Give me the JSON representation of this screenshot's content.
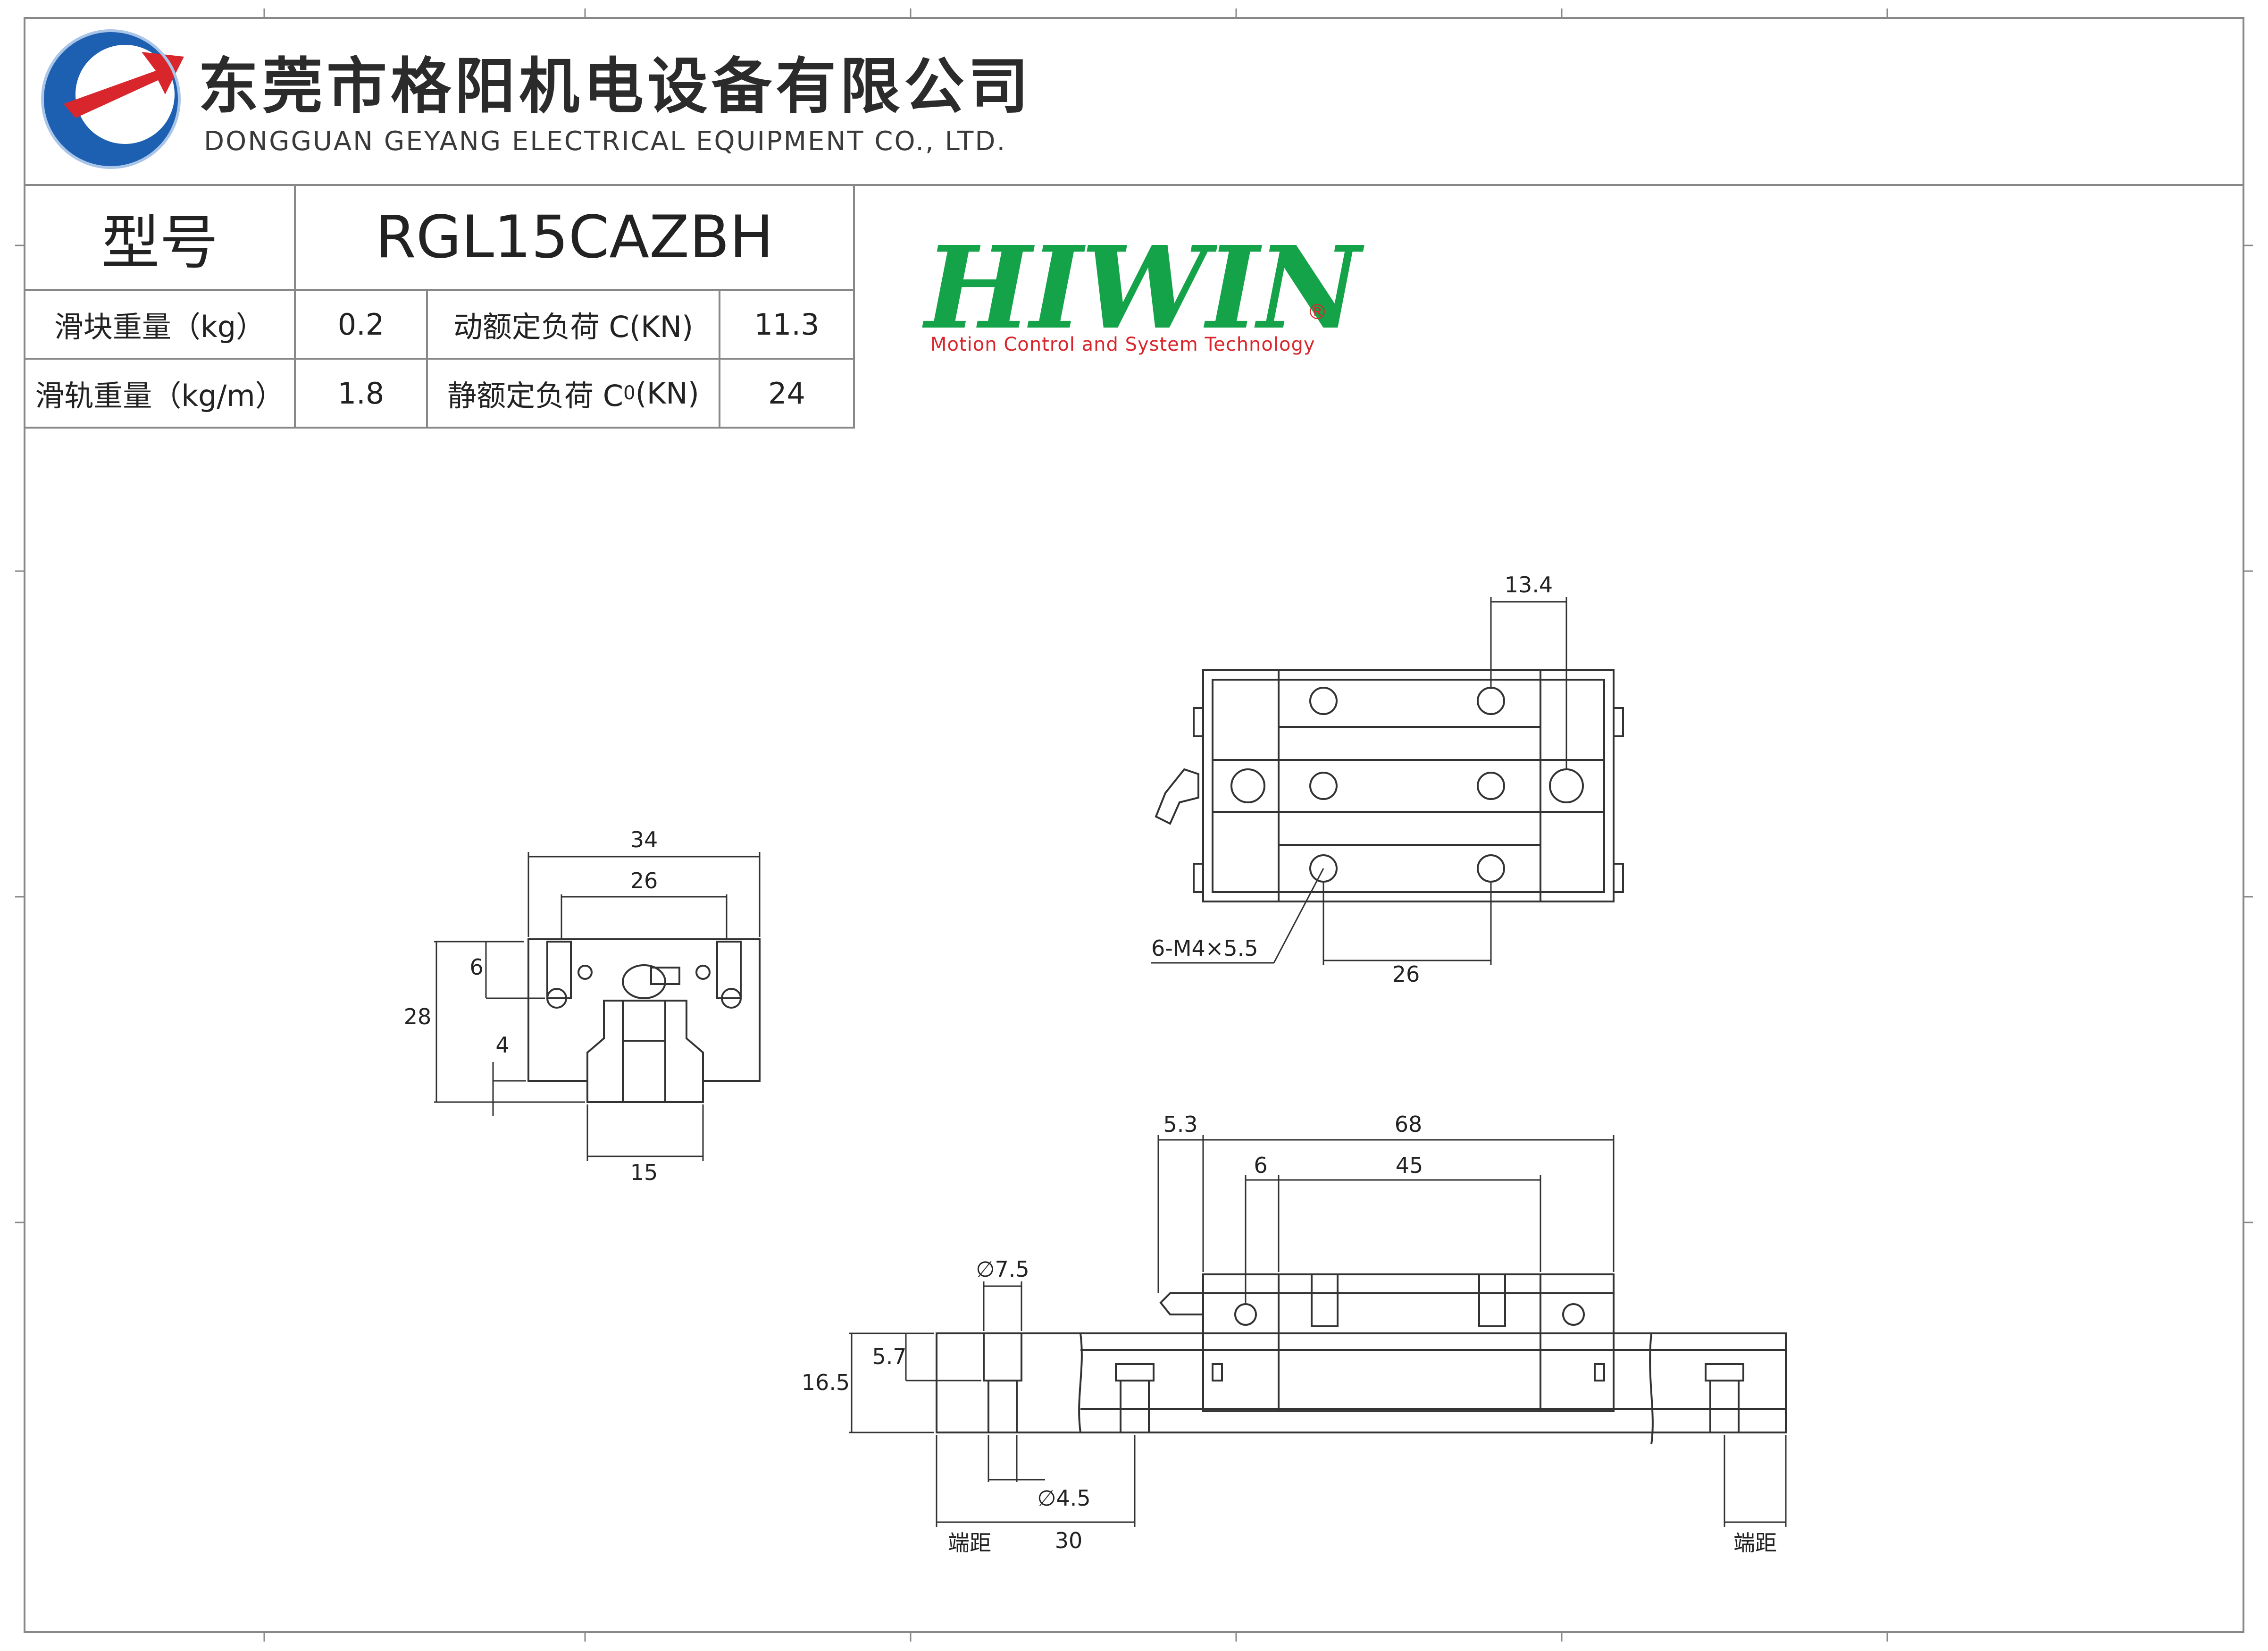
{
  "company": {
    "name_cn": "东莞市格阳机电设备有限公司",
    "name_en": "DONGGUAN GEYANG ELECTRICAL EQUIPMENT CO., LTD."
  },
  "spec_table": {
    "model_label": "型号",
    "model_value": "RGL15CAZBH",
    "block_weight_label": "滑块重量（kg）",
    "block_weight_value": "0.2",
    "dynamic_load_label": "动额定负荷 C(KN)",
    "dynamic_load_value": "11.3",
    "rail_weight_label": "滑轨重量（kg/m）",
    "rail_weight_value": "1.8",
    "static_load_label_prefix": "静额定负荷 C",
    "static_load_label_sub": "0",
    "static_load_label_suffix": "(KN)",
    "static_load_value": "24"
  },
  "brand": {
    "name": "HIWIN",
    "registered": "®",
    "tagline": "Motion Control and System Technology",
    "colors": {
      "green": "#15a34a",
      "red": "#d9262c"
    }
  },
  "end_view": {
    "dim_width": "34",
    "dim_hole_spacing": "26",
    "dim_height": "28",
    "dim_thread_depth": "6",
    "dim_clearance": "4",
    "dim_rail_width": "15"
  },
  "top_view": {
    "dim_offset": "13.4",
    "dim_hole_spacing": "26",
    "thread_note": "6-M4×5.5"
  },
  "side_view": {
    "dim_grease_offset": "5.3",
    "dim_block_length": "68",
    "dim_small": "6",
    "dim_hole_spacing": "45",
    "dim_counterbore_dia": "∅7.5",
    "dim_counterbore_depth": "5.7",
    "dim_rail_height": "16.5",
    "dim_bolt_hole_dia": "∅4.5",
    "dim_end_left": "端距",
    "dim_pitch": "30",
    "dim_end_right": "端距"
  },
  "colors": {
    "line": "#333333",
    "frame": "#888888"
  }
}
